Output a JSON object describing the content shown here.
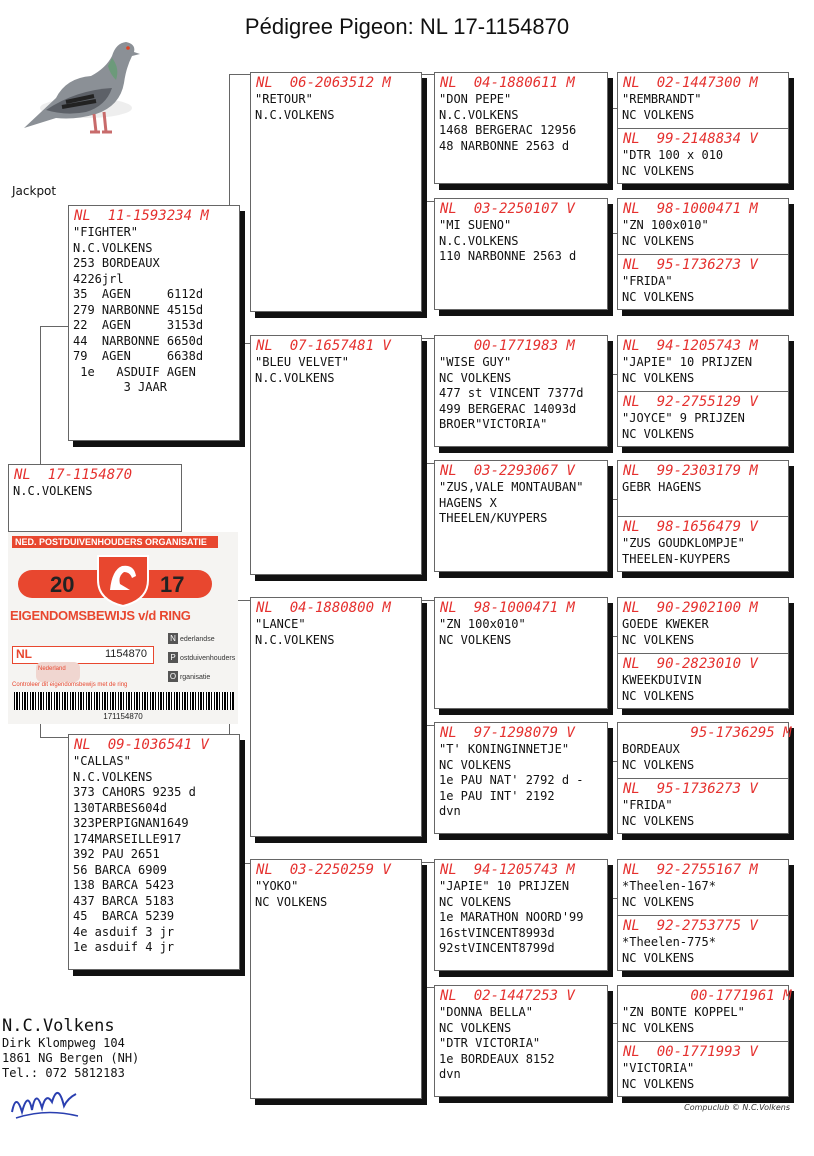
{
  "title": "Pédigree Pigeon: NL  17-1154870",
  "jackpot": "Jackpot",
  "subject": {
    "header": "NL  17-1154870",
    "lines": [
      "",
      "N.C.VOLKENS"
    ]
  },
  "sire": {
    "header": "NL  11-1593234 M",
    "lines": [
      "\"FIGHTER\"",
      "N.C.VOLKENS",
      "",
      "253 BORDEAUX",
      "4226jrl",
      "35  AGEN     6112d",
      "279 NARBONNE 4515d",
      "22  AGEN     3153d",
      "44  NARBONNE 6650d",
      "79  AGEN     6638d",
      " 1e   ASDUIF AGEN",
      "       3 JAAR"
    ]
  },
  "dam": {
    "header": "NL  09-1036541 V",
    "lines": [
      "\"CALLAS\"",
      "N.C.VOLKENS",
      "373 CAHORS 9235 d",
      "130TARBES604d",
      "323PERPIGNAN1649",
      "174MARSEILLE917",
      "392 PAU 2651",
      "56 BARCA 6909",
      "138 BARCA 5423",
      "437 BARCA 5183",
      "45  BARCA 5239",
      "4e asduif 3 jr",
      "1e asduif 4 jr"
    ]
  },
  "gp": [
    {
      "header": "NL  06-2063512 M",
      "lines": [
        "\"RETOUR\"",
        "N.C.VOLKENS"
      ]
    },
    {
      "header": "NL  07-1657481 V",
      "lines": [
        "\"BLEU VELVET\"",
        "N.C.VOLKENS"
      ]
    },
    {
      "header": "NL  04-1880800 M",
      "lines": [
        "\"LANCE\"",
        "N.C.VOLKENS"
      ]
    },
    {
      "header": "NL  03-2250259 V",
      "lines": [
        "\"YOKO\"",
        "NC VOLKENS"
      ]
    }
  ],
  "ggp": [
    {
      "header": "NL  04-1880611 M",
      "lines": [
        "\"DON PEPE\"",
        "N.C.VOLKENS",
        "1468 BERGERAC 12956",
        "48 NARBONNE 2563 d"
      ]
    },
    {
      "header": "NL  03-2250107 V",
      "lines": [
        "\"MI SUENO\"",
        "N.C.VOLKENS",
        "110 NARBONNE 2563 d"
      ]
    },
    {
      "header": "    00-1771983 M",
      "lines": [
        "\"WISE GUY\"",
        "NC VOLKENS",
        "477 st VINCENT 7377d",
        "499 BERGERAC 14093d",
        "BROER\"VICTORIA\""
      ]
    },
    {
      "header": "NL  03-2293067 V",
      "lines": [
        "\"ZUS,VALE MONTAUBAN\"",
        "HAGENS X",
        "THEELEN/KUYPERS"
      ]
    },
    {
      "header": "NL  98-1000471 M",
      "lines": [
        "\"ZN 100x010\"",
        "NC VOLKENS"
      ]
    },
    {
      "header": "NL  97-1298079 V",
      "lines": [
        "\"T' KONINGINNETJE\"",
        "NC VOLKENS",
        "1e PAU NAT' 2792 d -",
        "1e PAU INT' 2192",
        "dvn"
      ]
    },
    {
      "header": "NL  94-1205743 M",
      "lines": [
        "\"JAPIE\" 10 PRIJZEN",
        "NC VOLKENS",
        "1e MARATHON NOORD'99",
        "16stVINCENT8993d",
        "92stVINCENT8799d"
      ]
    },
    {
      "header": "NL  02-1447253 V",
      "lines": [
        "\"DONNA BELLA\"",
        "NC VOLKENS",
        "\"DTR VICTORIA\"",
        "1e BORDEAUX 8152",
        "dvn"
      ]
    }
  ],
  "gggp": [
    {
      "header": "NL  02-1447300 M",
      "lines": [
        "\"REMBRANDT\"",
        "NC VOLKENS"
      ]
    },
    {
      "header": "NL  99-2148834 V",
      "lines": [
        "\"DTR 100 x 010",
        "NC VOLKENS"
      ]
    },
    {
      "header": "NL  98-1000471 M",
      "lines": [
        "\"ZN 100x010\"",
        "NC VOLKENS"
      ]
    },
    {
      "header": "NL  95-1736273 V",
      "lines": [
        "\"FRIDA\"",
        "NC VOLKENS"
      ]
    },
    {
      "header": "NL  94-1205743 M",
      "lines": [
        "\"JAPIE\" 10 PRIJZEN",
        "NC VOLKENS"
      ]
    },
    {
      "header": "NL  92-2755129 V",
      "lines": [
        "\"JOYCE\" 9 PRIJZEN",
        "NC VOLKENS"
      ]
    },
    {
      "header": "NL  99-2303179 M",
      "lines": [
        "",
        "GEBR HAGENS"
      ]
    },
    {
      "header": "NL  98-1656479 V",
      "lines": [
        "\"ZUS GOUDKLOMPJE\"",
        "THEELEN-KUYPERS"
      ]
    },
    {
      "header": "NL  90-2902100 M",
      "lines": [
        "GOEDE KWEKER",
        "NC VOLKENS"
      ]
    },
    {
      "header": "NL  90-2823010 V",
      "lines": [
        "KWEEKDUIVIN",
        "NC VOLKENS"
      ]
    },
    {
      "header": "        95-1736295 M",
      "lines": [
        "BORDEAUX",
        "NC VOLKENS"
      ]
    },
    {
      "header": "NL  95-1736273 V",
      "lines": [
        "\"FRIDA\"",
        "NC VOLKENS"
      ]
    },
    {
      "header": "NL  92-2755167 M",
      "lines": [
        "*Theelen-167*",
        "NC VOLKENS"
      ]
    },
    {
      "header": "NL  92-2753775 V",
      "lines": [
        "*Theelen-775*",
        "NC VOLKENS"
      ]
    },
    {
      "header": "        00-1771961 M",
      "lines": [
        "\"ZN BONTE KOPPEL\"",
        "NC VOLKENS"
      ]
    },
    {
      "header": "NL  00-1771993 V",
      "lines": [
        "\"VICTORIA\"",
        "NC VOLKENS"
      ]
    }
  ],
  "card": {
    "org": "NED. POSTDUIVENHOUDERS ORGANISATIE",
    "year_left": "20",
    "year_right": "17",
    "title": "EIGENDOMSBEWIJS v/d RING",
    "country": "NL",
    "number": "1154870",
    "letters": [
      "N",
      "P",
      "O"
    ],
    "words": [
      "ederlandse",
      "ostduivenhouders",
      "rganisatie"
    ],
    "small": "Nederland",
    "note": "Controleer dit eigendomsbewijs met de ring",
    "barcode": "171154870"
  },
  "footer": {
    "name": "N.C.Volkens",
    "lines": [
      "Dirk Klompweg 104",
      "1861 NG Bergen (NH)",
      "Tel.: 072 5812183"
    ]
  },
  "compuclub": "Compuclub © N.C.Volkens",
  "colors": {
    "accent": "#e5312f",
    "card_red": "#e8472f"
  }
}
